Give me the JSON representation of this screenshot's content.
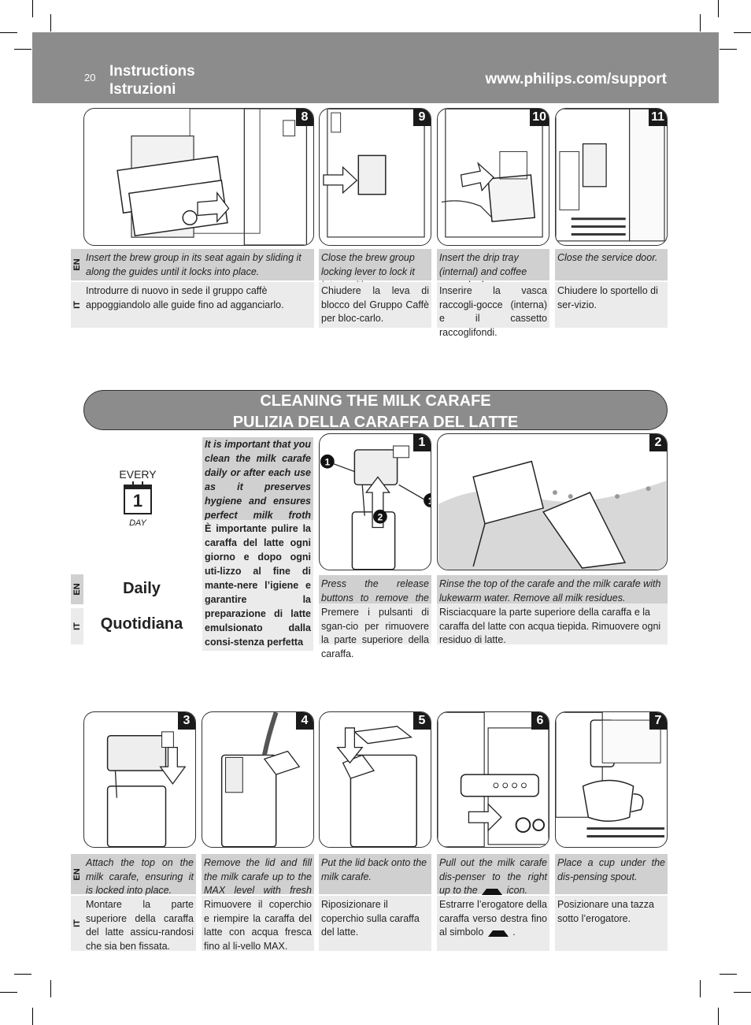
{
  "header": {
    "page_number": "20",
    "title_en": "Instructions",
    "title_it": "Istruzioni",
    "url": "www.philips.com/support"
  },
  "lang_labels": {
    "en": "EN",
    "it": "IT"
  },
  "top_steps": [
    {
      "num": "8",
      "en": "Insert the brew group in its seat again by sliding it along the guides until it locks into place.",
      "it": "Introdurre di nuovo in sede il gruppo caffè appoggiandolo alle guide fino ad agganciarlo."
    },
    {
      "num": "9",
      "en": "Close the brew group locking lever to lock it into position.",
      "it": "Chiudere la leva di blocco del Gruppo Caffè per bloc-carlo."
    },
    {
      "num": "10",
      "en": "Insert the drip tray (internal) and coffee grounds drawer.",
      "it": "Inserire la vasca raccogli-gocce (interna) e il cassetto raccoglifondi."
    },
    {
      "num": "11",
      "en": "Close the service door.",
      "it": "Chiudere lo sportello di ser-vizio."
    }
  ],
  "section": {
    "title_en": "CLEANING THE MILK CARAFE",
    "title_it": "PULIZIA DELLA CARAFFA DEL LATTE"
  },
  "frequency": {
    "every": "EVERY",
    "calendar_number": "1",
    "day": "DAY",
    "en": "Daily",
    "it": "Quotidiana"
  },
  "important": {
    "en": "It is important that you clean the milk carafe daily or after each use as it preserves hygiene and ensures perfect milk froth consistency.",
    "it": "È importante pulire la caraffa del latte ogni giorno e dopo ogni uti-lizzo al fine di mante-nere l’igiene e garantire la preparazione di latte emulsionato dalla consi-stenza perfetta"
  },
  "middle_steps": [
    {
      "num": "1",
      "en": "Press the release buttons to remove the top of the carafe.",
      "it": "Premere i pulsanti di sgan-cio per rimuovere la parte superiore della caraffa.",
      "callouts": [
        "1",
        "2",
        "1"
      ]
    },
    {
      "num": "2",
      "en": "Rinse the top of the carafe and the milk carafe with lukewarm water. Remove all milk residues.",
      "it": "Risciacquare la parte superiore della caraffa e la caraffa del latte con acqua tiepida. Rimuovere ogni residuo di latte."
    }
  ],
  "bottom_steps": [
    {
      "num": "3",
      "en": "Attach the top on the milk carafe, ensuring it is locked into place.",
      "it": "Montare la parte superiore della caraffa del latte assicu-randosi che sia ben fissata."
    },
    {
      "num": "4",
      "en": "Remove the lid and fill the milk carafe up to the MAX level with fresh water.",
      "it": "Rimuovere il coperchio e riempire la caraffa del latte con acqua fresca fino al li-vello MAX."
    },
    {
      "num": "5",
      "en": "Put the lid back onto the milk carafe.",
      "it": "Riposizionare il coperchio sulla caraffa del latte."
    },
    {
      "num": "6",
      "en_pre": "Pull out the milk carafe dis-penser to the right up to the",
      "en_post": "icon.",
      "it_pre": "Estrarre l’erogatore della caraffa verso destra fino al simbolo",
      "it_post": ".",
      "icon": "milk-dispenser-icon"
    },
    {
      "num": "7",
      "en": "Place a cup under the dis-pensing spout.",
      "it": "Posizionare una tazza sotto l’erogatore."
    }
  ]
}
